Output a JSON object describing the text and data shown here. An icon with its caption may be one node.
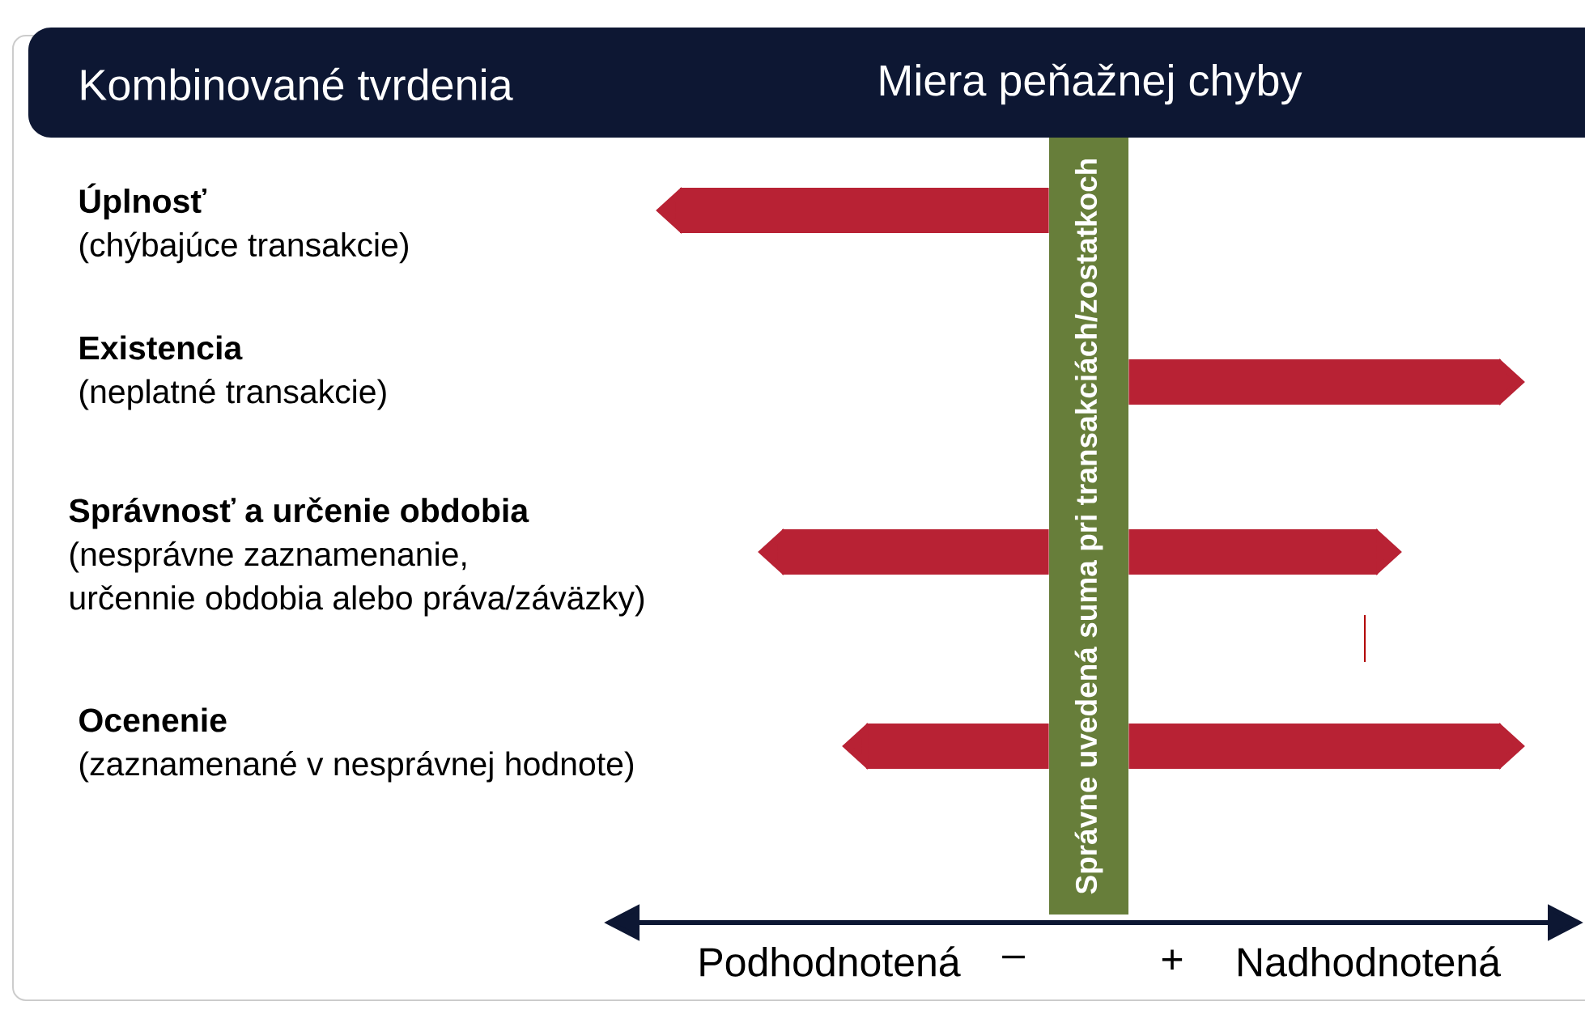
{
  "diagram": {
    "nodes": [
      {
        "text": [
          "Kombinované tvrdenia",
          "Miera peňažnej chyby"
        ]
      },
      {
        "text": [
          "Úplnosť",
          "(chýbajúce transakcie)"
        ]
      },
      {
        "text": [
          "Existencia",
          "(neplatné transakcie)"
        ]
      },
      {
        "text": [
          "Správnosť a určenie obdobia",
          "(nesprávne zaznamenanie, určennie obdobia alebo práva/záväzky)"
        ]
      },
      {
        "text": [
          "Ocenenie",
          "(zaznamenané v nesprávnej hodnote)"
        ]
      },
      {
        "text": [
          "Správne uvedená suma pri transakciách/zostatkoch"
        ]
      }
    ],
    "edges": [
      {
        "from": 5,
        "to": null,
        "arrow": "to"
      },
      {
        "from": 5,
        "to": null,
        "arrow": "to"
      },
      {
        "from": 5,
        "to": null,
        "arrow": "to"
      },
      {
        "from": 5,
        "to": null,
        "arrow": "to"
      },
      {
        "from": 5,
        "to": null,
        "arrow": "to"
      },
      {
        "from": 5,
        "to": null,
        "arrow": "to"
      }
    ],
    "labels": [
      "Podhodnotená",
      "–",
      "+",
      "Nadhodnotená"
    ]
  }
}
